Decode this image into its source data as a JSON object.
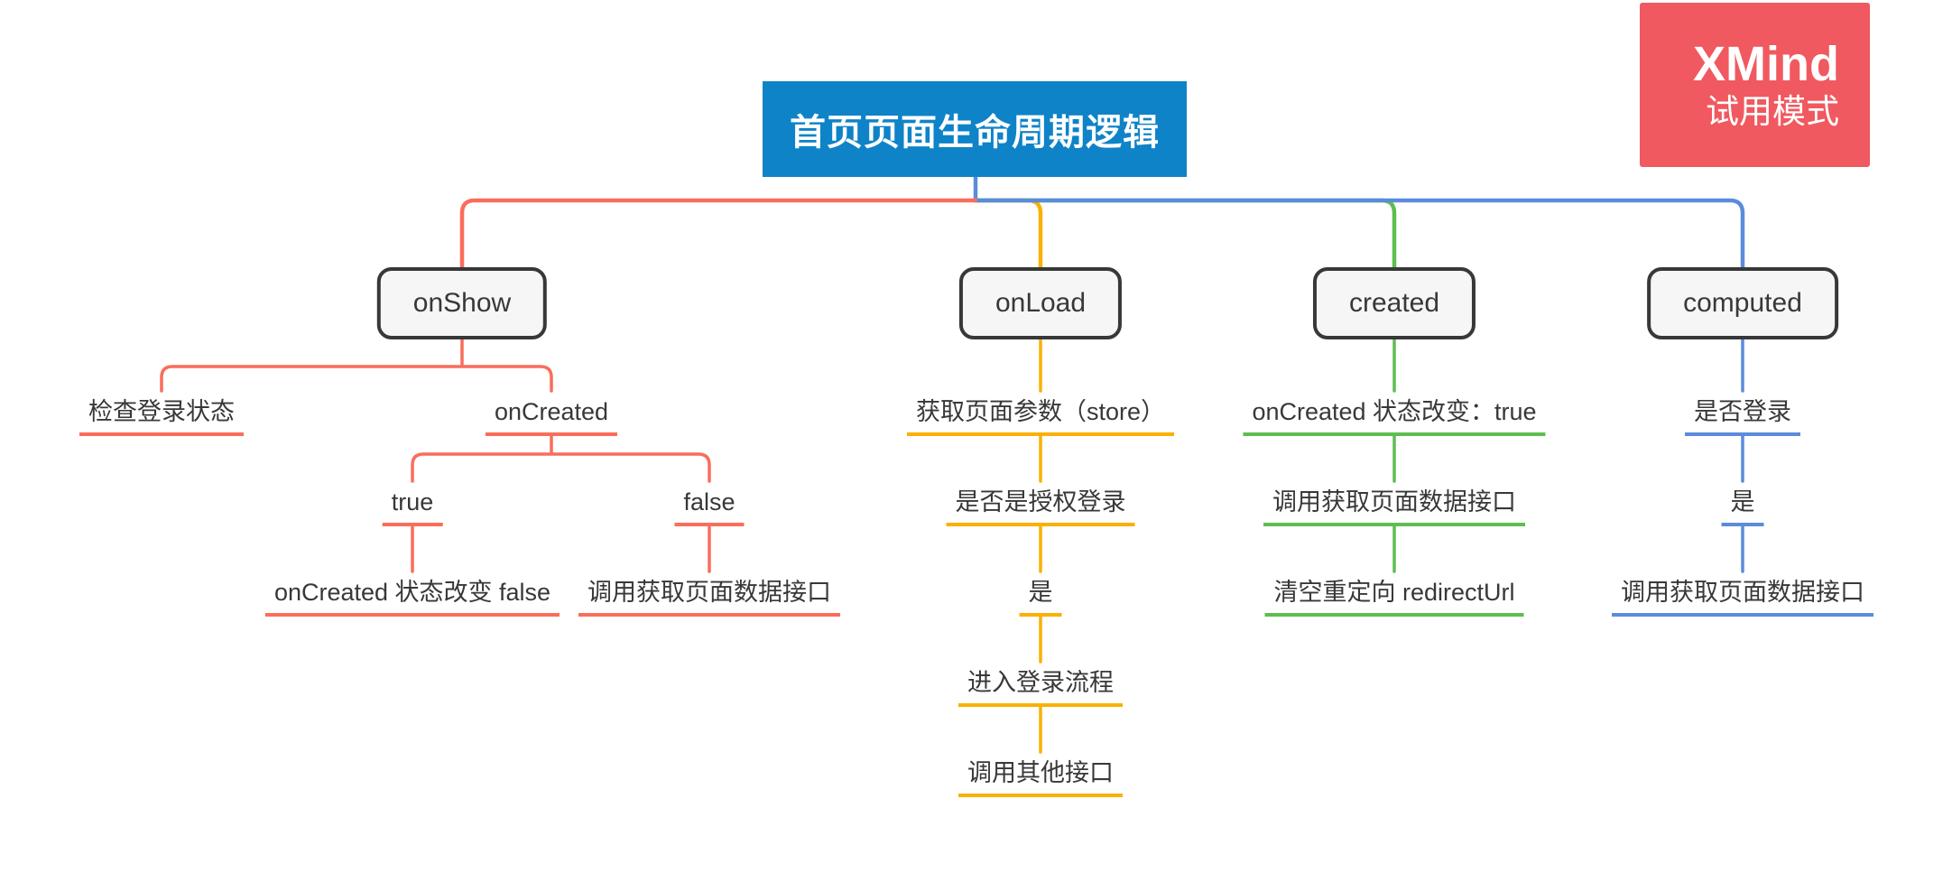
{
  "watermark": {
    "title": "XMind",
    "subtitle": "试用模式",
    "background": "#F0595F"
  },
  "palette": {
    "canvas_background": "#FFFFFF",
    "root_background": "#0E83C8",
    "root_text": "#FFFFFF",
    "topic_border": "#383838",
    "topic_background": "#F6F6F6",
    "text": "#383838",
    "branch_onshow": "#FA6D5B",
    "branch_onload": "#FBB003",
    "branch_created": "#5EBE50",
    "branch_computed": "#5A8CDB"
  },
  "mindmap": {
    "root": {
      "label": "首页页面生命周期逻辑"
    },
    "branches": [
      {
        "label": "onShow",
        "color": "#FA6D5B",
        "children": [
          {
            "label": "检查登录状态"
          },
          {
            "label": "onCreated",
            "children": [
              {
                "label": "true",
                "children": [
                  {
                    "label": "onCreated 状态改变 false"
                  }
                ]
              },
              {
                "label": "false",
                "children": [
                  {
                    "label": "调用获取页面数据接口"
                  }
                ]
              }
            ]
          }
        ]
      },
      {
        "label": "onLoad",
        "color": "#FBB003",
        "children": [
          {
            "label": "获取页面参数（store）",
            "children": [
              {
                "label": "是否是授权登录",
                "children": [
                  {
                    "label": "是",
                    "children": [
                      {
                        "label": "进入登录流程",
                        "children": [
                          {
                            "label": "调用其他接口"
                          }
                        ]
                      }
                    ]
                  }
                ]
              }
            ]
          }
        ]
      },
      {
        "label": "created",
        "color": "#5EBE50",
        "children": [
          {
            "label": "onCreated 状态改变：true",
            "children": [
              {
                "label": "调用获取页面数据接口",
                "children": [
                  {
                    "label": "清空重定向 redirectUrl"
                  }
                ]
              }
            ]
          }
        ]
      },
      {
        "label": "computed",
        "color": "#5A8CDB",
        "children": [
          {
            "label": "是否登录",
            "children": [
              {
                "label": "是",
                "children": [
                  {
                    "label": "调用获取页面数据接口"
                  }
                ]
              }
            ]
          }
        ]
      }
    ]
  }
}
